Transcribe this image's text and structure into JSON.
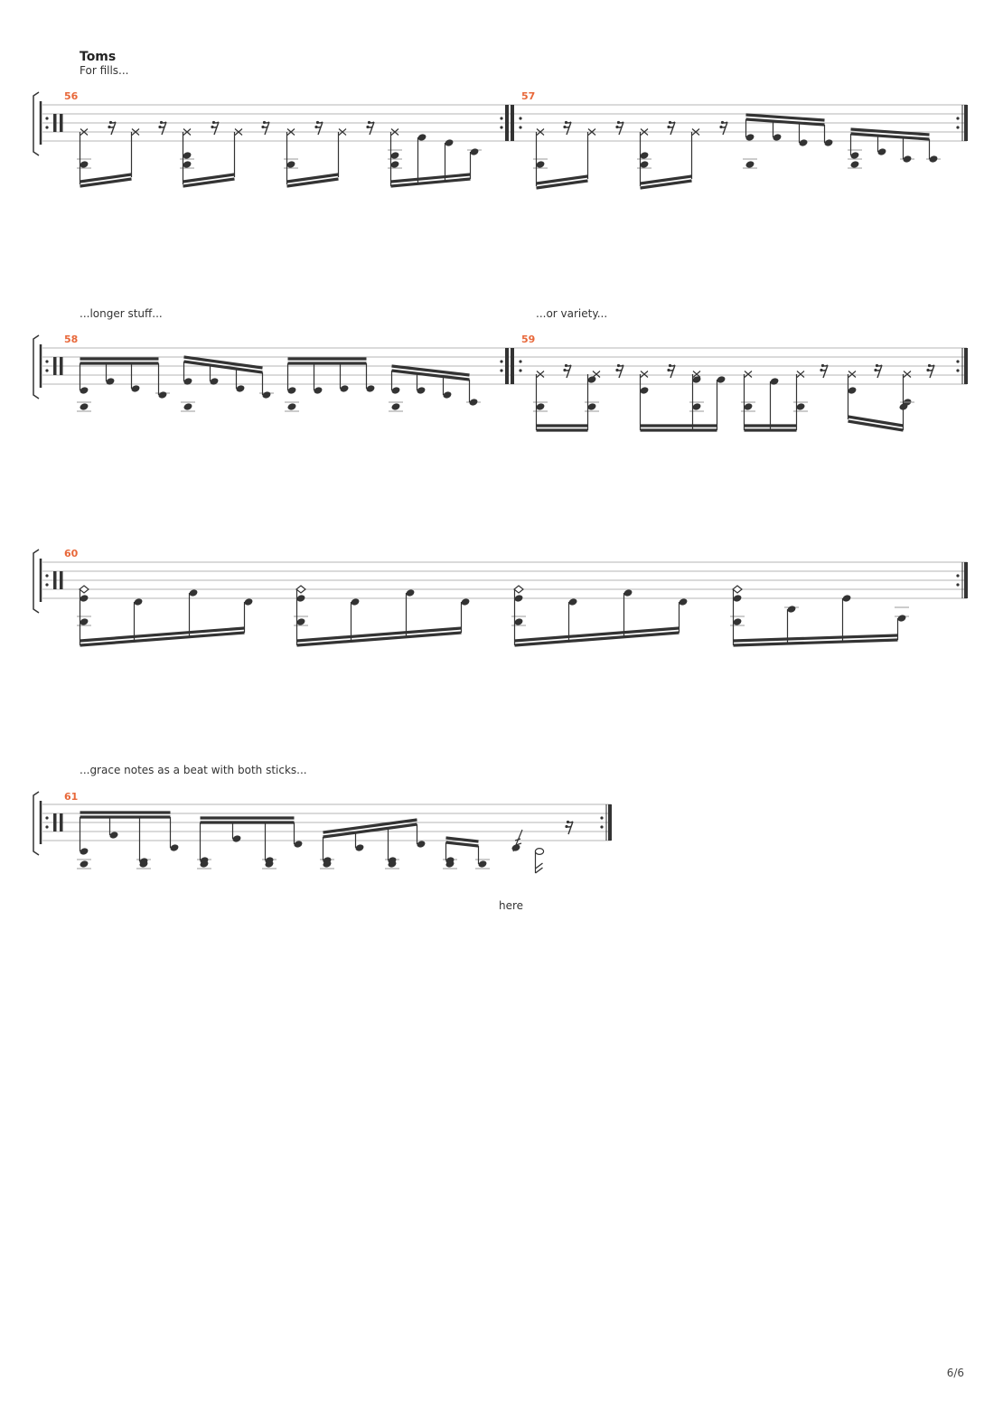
{
  "title": "Toms",
  "subtitle": "For fills...",
  "annotations": {
    "longer": "...longer stuff...",
    "variety": "...or variety...",
    "grace": "...grace notes as a beat with both sticks...",
    "here": "here"
  },
  "measures": [
    "56",
    "57",
    "58",
    "59",
    "60",
    "61"
  ],
  "page_number": "6/6",
  "accent_color": "#e8683a",
  "note_color": "#333333"
}
